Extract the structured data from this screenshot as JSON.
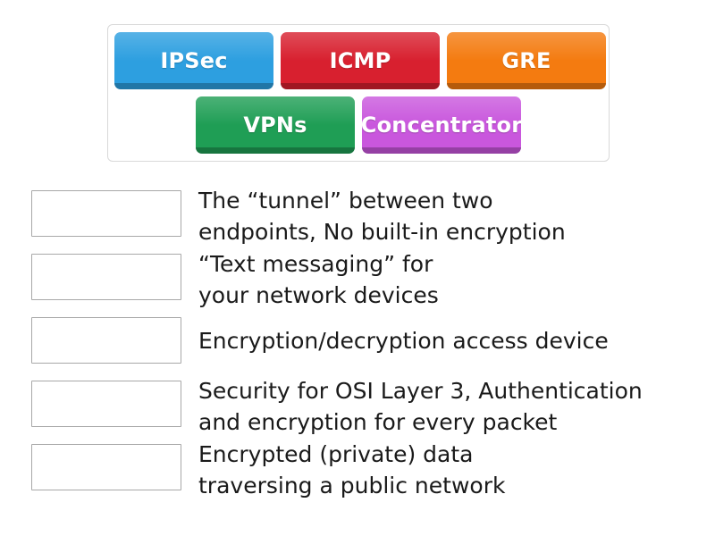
{
  "tray": {
    "name": "draggable-tiles-tray",
    "rows": [
      [
        {
          "label": "IPSec",
          "color": "#2d9fe0",
          "key": "ipsec"
        },
        {
          "label": "ICMP",
          "color": "#d8202f",
          "key": "icmp"
        },
        {
          "label": "GRE",
          "color": "#f47b10",
          "key": "gre"
        }
      ],
      [
        {
          "label": "VPNs",
          "color": "#1f9e55",
          "key": "vpns"
        },
        {
          "label": "Concentrator",
          "color": "#c957dd",
          "key": "concentrator"
        }
      ]
    ]
  },
  "answers": [
    {
      "dropzone_value": "",
      "text": "The “tunnel” between two\nendpoints, No built-in encryption"
    },
    {
      "dropzone_value": "",
      "text": "“Text messaging” for\nyour network devices"
    },
    {
      "dropzone_value": "",
      "text": "Encryption/decryption access device"
    },
    {
      "dropzone_value": "",
      "text": "Security for OSI Layer 3, Authentication\nand encryption for every packet"
    },
    {
      "dropzone_value": "",
      "text": "Encrypted (private) data\ntraversing a public network"
    }
  ]
}
